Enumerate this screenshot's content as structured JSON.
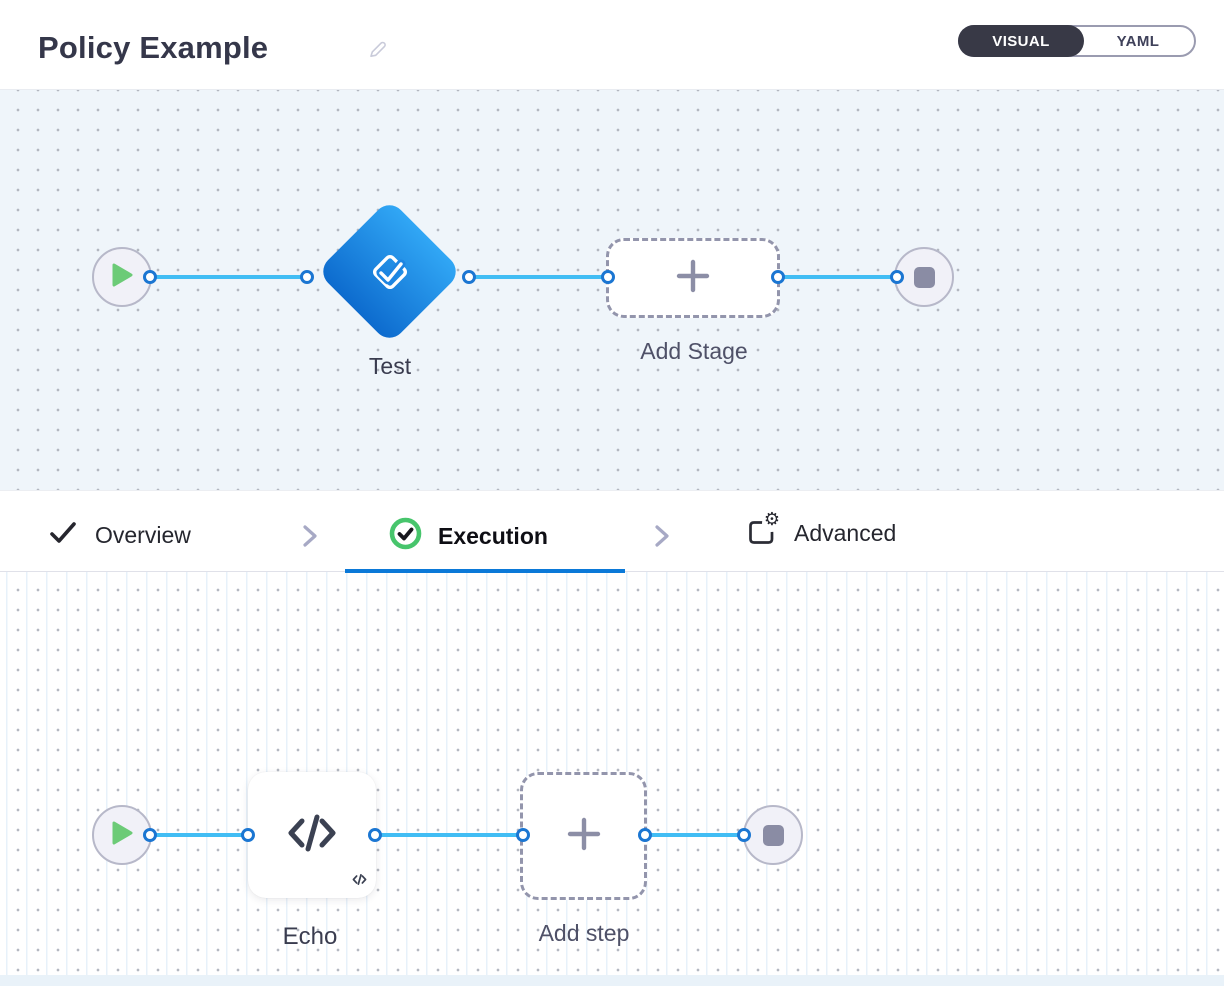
{
  "header": {
    "title": "Policy Example",
    "edit_icon": "pencil-icon",
    "view_toggle": {
      "visual_label": "VISUAL",
      "yaml_label": "YAML",
      "selected": "VISUAL"
    }
  },
  "stage_pipeline": {
    "start_node_icon": "play-icon",
    "stage": {
      "label": "Test",
      "icon": "check-diamond-icon",
      "shape": "diamond"
    },
    "add_stage_label": "Add Stage",
    "end_node_icon": "stop-icon"
  },
  "tabs": [
    {
      "label": "Overview",
      "icon": "check-icon",
      "active": false
    },
    {
      "label": "Execution",
      "icon": "check-circle-icon",
      "active": true
    },
    {
      "label": "Advanced",
      "icon": "settings-frame-icon",
      "active": false
    }
  ],
  "step_pipeline": {
    "start_node_icon": "play-icon",
    "step": {
      "label": "Echo",
      "icon": "code-icon",
      "badge_icon": "code-icon"
    },
    "add_step_label": "Add step",
    "end_node_icon": "stop-icon"
  },
  "colors": {
    "accent_blue": "#0b79d8",
    "edge_blue": "#41bdf4",
    "port_border": "#1b76d2",
    "diamond_gradient_start": "#31a7f5",
    "diamond_gradient_end": "#0d6bce",
    "play_green": "#6ccb77",
    "check_circle_green": "#47c56c",
    "toggle_dark": "#383946",
    "canvas_blue_bg": "#eff5fa",
    "dot_gray": "#b3b7c0",
    "node_gray": "#8a8ca4"
  }
}
